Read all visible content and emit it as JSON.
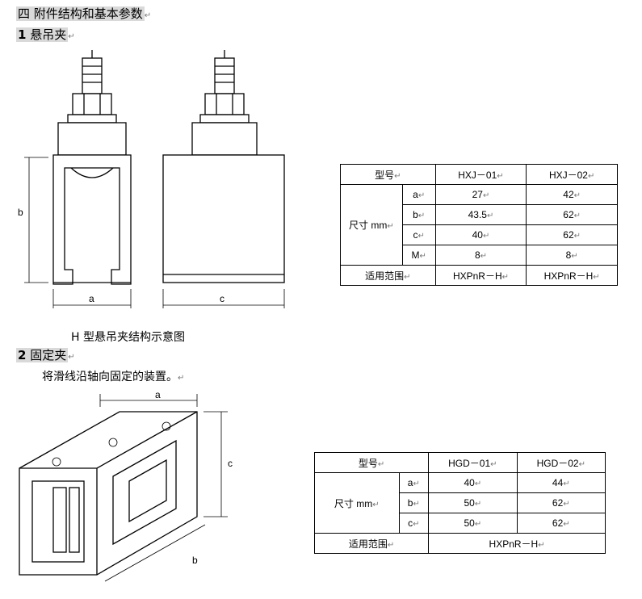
{
  "section": {
    "title": "四  附件结构和基本参数"
  },
  "hanger": {
    "heading_num": "1",
    "heading_text": "悬吊夹",
    "caption": "H 型悬吊夹结构示意图",
    "labels": {
      "a": "a",
      "b": "b",
      "c": "c"
    },
    "table": {
      "col_model": "型号",
      "models": [
        "HXJ－01",
        "HXJ－02"
      ],
      "size_label": "尺寸  mm",
      "rows": [
        {
          "key": "a",
          "values": [
            "27",
            "42"
          ]
        },
        {
          "key": "b",
          "values": [
            "43.5",
            "62"
          ]
        },
        {
          "key": "c",
          "values": [
            "40",
            "62"
          ]
        },
        {
          "key": "M",
          "values": [
            "8",
            "8"
          ]
        }
      ],
      "scope_label": "适用范围",
      "scope_values": [
        "HXPnR－H",
        "HXPnR－H"
      ]
    }
  },
  "fixer": {
    "heading_num": "2",
    "heading_text": "固定夹",
    "description": "将滑线沿轴向固定的装置。",
    "labels": {
      "a": "a",
      "b": "b",
      "c": "c"
    },
    "table": {
      "col_model": "型号",
      "models": [
        "HGD－01",
        "HGD－02"
      ],
      "size_label": "尺寸  mm",
      "rows": [
        {
          "key": "a",
          "values": [
            "40",
            "44"
          ]
        },
        {
          "key": "b",
          "values": [
            "50",
            "62"
          ]
        },
        {
          "key": "c",
          "values": [
            "50",
            "62"
          ]
        }
      ],
      "scope_label": "适用范围",
      "scope_value": "HXPnR－H"
    }
  },
  "return_mark": "↵"
}
